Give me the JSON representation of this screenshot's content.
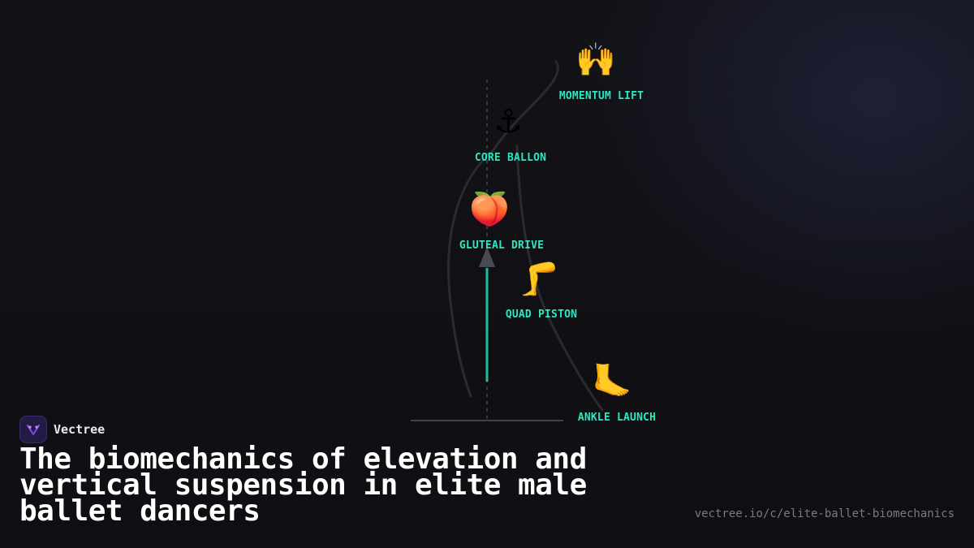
{
  "brand": {
    "name": "Vectree",
    "logo_icon": "vectree-logo-icon"
  },
  "title": "The biomechanics of elevation and vertical suspension in elite male ballet dancers",
  "url": "vectree.io/c/elite-ballet-biomechanics",
  "colors": {
    "background": "#111116",
    "accent": "#2ee6c0",
    "title": "#ffffff",
    "url": "#7a7a84",
    "curve": "#2a2a30",
    "arrow_head": "#4a4a52"
  },
  "diagram": {
    "nodes": [
      {
        "id": "momentum-lift",
        "label": "MOMENTUM LIFT",
        "icon": "🙌",
        "icon_name": "raised-hands-icon"
      },
      {
        "id": "core-ballon",
        "label": "CORE BALLON",
        "icon": "⚓",
        "icon_name": "anchor-icon"
      },
      {
        "id": "gluteal-drive",
        "label": "GLUTEAL DRIVE",
        "icon": "🍑",
        "icon_name": "peach-icon"
      },
      {
        "id": "quad-piston",
        "label": "QUAD PISTON",
        "icon": "🦵",
        "icon_name": "leg-icon"
      },
      {
        "id": "ankle-launch",
        "label": "ANKLE LAUNCH",
        "icon": "🦶",
        "icon_name": "foot-icon"
      }
    ]
  }
}
